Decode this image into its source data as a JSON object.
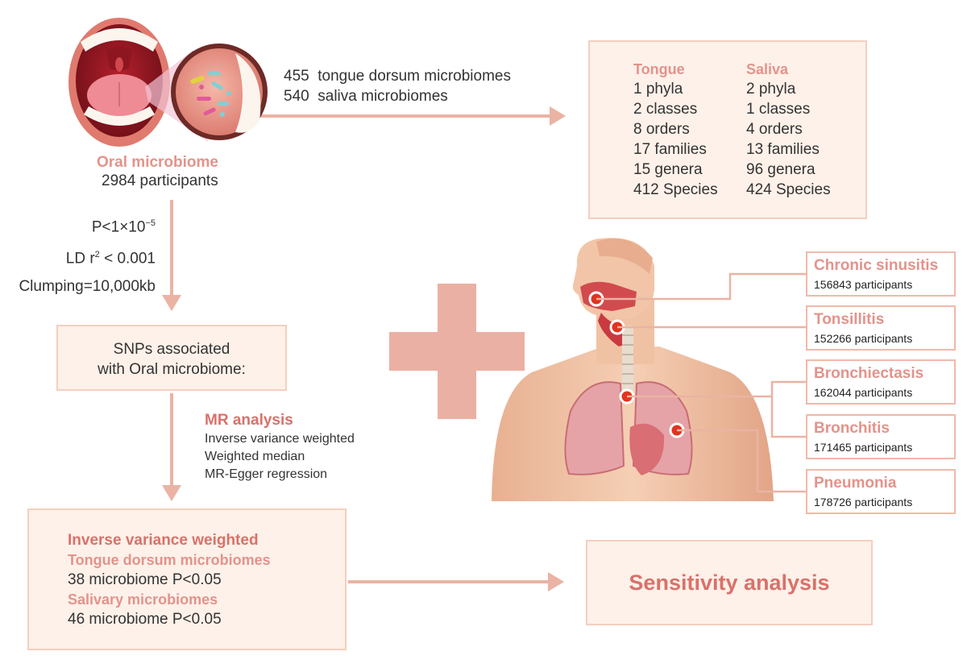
{
  "oral": {
    "label": "Oral microbiome",
    "participants": "2984 participants",
    "tongue_count": "455  tongue dorsum microbiomes",
    "saliva_count": "540  saliva microbiomes"
  },
  "taxa": {
    "tongue": {
      "heading": "Tongue",
      "rows": [
        "1 phyla",
        "2 classes",
        "8 orders",
        "17 families",
        "15 genera",
        "412 Species"
      ]
    },
    "saliva": {
      "heading": "Saliva",
      "rows": [
        "2 phyla",
        "1 classes",
        "4 orders",
        "13 families",
        "96 genera",
        "424 Species"
      ]
    }
  },
  "criteria": {
    "p": "P<1×10",
    "p_exp": "−5",
    "ld_pre": "LD r",
    "ld_exp": "2",
    "ld_post": " < 0.001",
    "clumping": "Clumping=10,000kb"
  },
  "snps": {
    "line1": "SNPs associated",
    "line2": "with Oral microbiome:"
  },
  "mr": {
    "title": "MR analysis",
    "methods": [
      "Inverse variance weighted",
      "Weighted median",
      "MR-Egger regression"
    ]
  },
  "results": {
    "title": "Inverse variance weighted",
    "tongue_label": "Tongue dorsum microbiomes",
    "tongue_value": "38 microbiome P<0.05",
    "saliva_label": "Salivary microbiomes",
    "saliva_value": "46 microbiome P<0.05"
  },
  "sensitivity": "Sensitivity analysis",
  "diseases": [
    {
      "name": "Chronic sinusitis",
      "participants": "156843 participants"
    },
    {
      "name": "Tonsillitis",
      "participants": "152266 participants"
    },
    {
      "name": "Bronchiectasis",
      "participants": "162044 participants"
    },
    {
      "name": "Bronchitis",
      "participants": "171465 participants"
    },
    {
      "name": "Pneumonia",
      "participants": "178726 participants"
    }
  ],
  "colors": {
    "box_fill": "#fdf1e9",
    "box_border": "#f4cfbd",
    "arrow": "#eab3a3",
    "title_pink": "#e3938b",
    "title_rose": "#d9716a",
    "plus": "#eab0a3",
    "marker": "#e0341f"
  },
  "icons": [
    "open-mouth-icon",
    "microbe-magnifier-icon",
    "human-respiratory-icon",
    "plus-icon"
  ]
}
